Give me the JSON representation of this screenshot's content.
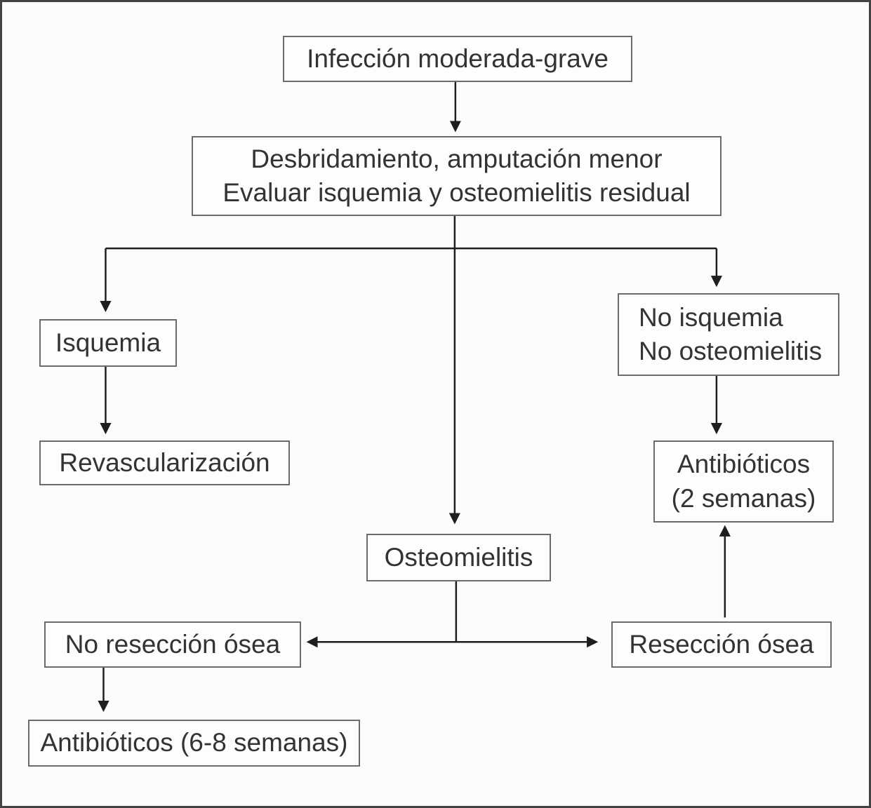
{
  "figure": {
    "type": "flowchart",
    "language": "es"
  },
  "colors": {
    "background": "#fcfcfc",
    "box_background": "#fdfdfd",
    "box_border": "#6b6b6b",
    "text": "#333333",
    "arrow": "#1e1e1e",
    "frame_border": "#434343"
  },
  "nodes": {
    "infection": {
      "label": "Infección moderada-grave"
    },
    "debridement": {
      "line1": "Desbridamiento, amputación menor",
      "line2": "Evaluar isquemia y osteomielitis residual"
    },
    "ischemia": {
      "label": "Isquemia"
    },
    "no_ischemia": {
      "line1": "No isquemia",
      "line2": "No osteomielitis"
    },
    "revascularization": {
      "label": "Revascularización"
    },
    "antibiotics_2w": {
      "line1": "Antibióticos",
      "line2": "(2 semanas)"
    },
    "osteomyelitis": {
      "label": "Osteomielitis"
    },
    "no_bone_resection": {
      "label": "No resección ósea"
    },
    "bone_resection": {
      "label": "Resección ósea"
    },
    "antibiotics_6_8w": {
      "label": "Antibióticos (6-8 semanas)"
    }
  },
  "edges": [
    {
      "from": "infection",
      "to": "debridement"
    },
    {
      "from": "debridement",
      "to": "ischemia"
    },
    {
      "from": "debridement",
      "to": "no_ischemia"
    },
    {
      "from": "debridement",
      "to": "osteomyelitis"
    },
    {
      "from": "ischemia",
      "to": "revascularization"
    },
    {
      "from": "no_ischemia",
      "to": "antibiotics_2w"
    },
    {
      "from": "osteomyelitis",
      "to": "no_bone_resection"
    },
    {
      "from": "osteomyelitis",
      "to": "bone_resection"
    },
    {
      "from": "no_bone_resection",
      "to": "antibiotics_6_8w"
    },
    {
      "from": "bone_resection",
      "to": "antibiotics_2w"
    }
  ]
}
